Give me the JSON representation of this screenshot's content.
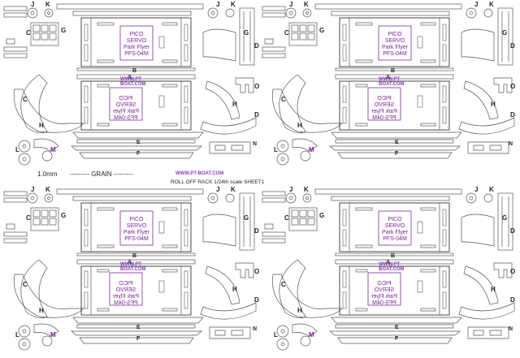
{
  "labels": {
    "J": "J",
    "K": "K",
    "G": "G",
    "C": "C",
    "D": "D",
    "B": "B",
    "A": "A",
    "H": "H",
    "O": "O",
    "E": "E",
    "F": "F",
    "L": "L",
    "M": "M",
    "N": "N"
  },
  "servo_lines": [
    "PICO",
    "SERVO",
    "Park Flyer",
    "PFS-04M"
  ],
  "watermark": "WWW.PT-BOAT.COM",
  "center": {
    "thickness": "1.0mm",
    "grain": "--------- GRAIN ---------",
    "title": "ROLL OFF RACK 1/24th scale SHEET1"
  },
  "colors": {
    "line": "#555555",
    "accent": "#7a1f9a"
  }
}
